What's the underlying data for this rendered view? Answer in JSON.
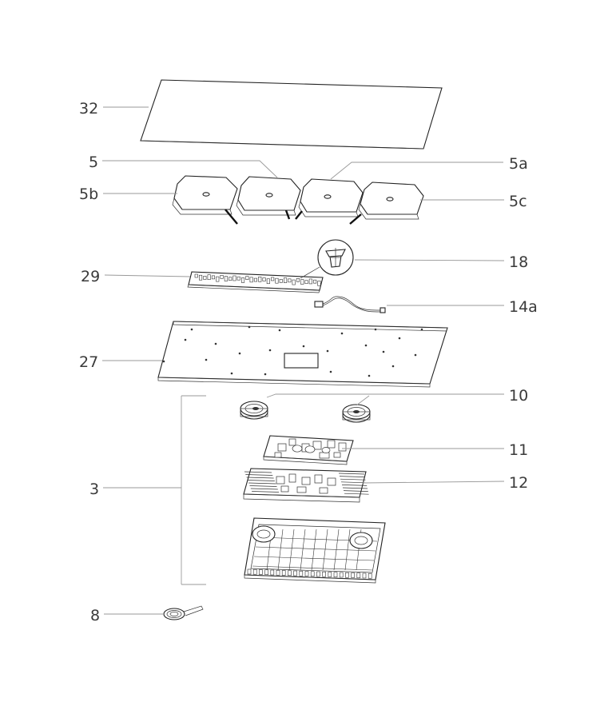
{
  "labels": {
    "l32": "32",
    "l5": "5",
    "l5a": "5a",
    "l5b": "5b",
    "l5c": "5c",
    "l29": "29",
    "l18": "18",
    "l14a": "14a",
    "l27": "27",
    "l10": "10",
    "l3": "3",
    "l11": "11",
    "l12": "12",
    "l8": "8"
  }
}
